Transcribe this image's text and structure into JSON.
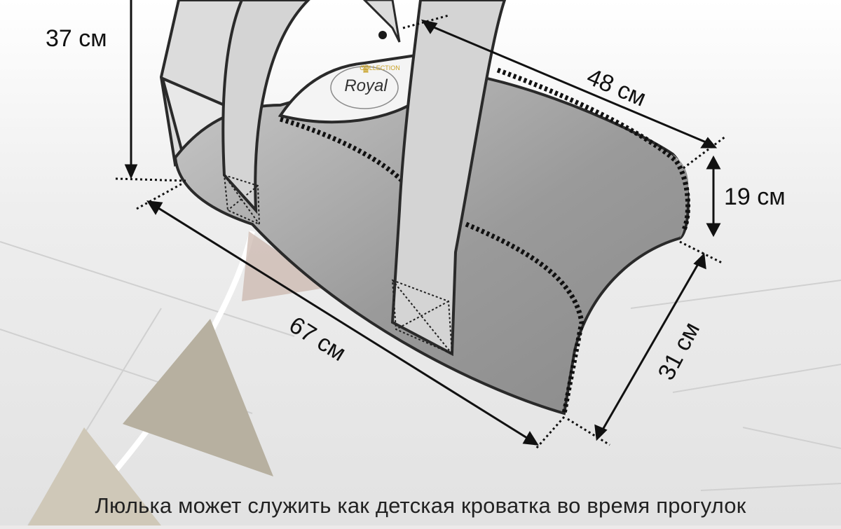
{
  "brand": {
    "logo_text": "Royal",
    "logo_subtext": "COLLECTION"
  },
  "dimensions": {
    "height": "37 см",
    "length_top": "48 см",
    "depth": "19 см",
    "length_bottom": "67 см",
    "width": "31 см"
  },
  "caption": "Люлька может служить как детская кроватка во время прогулок",
  "colors": {
    "background": "#eceaea",
    "bag_body": "#9a9a9a",
    "bag_outline": "#2a2a2a",
    "handles": "#d4d4d4",
    "lining": "#f4f4f4",
    "logo_gold": "#c9a227"
  }
}
